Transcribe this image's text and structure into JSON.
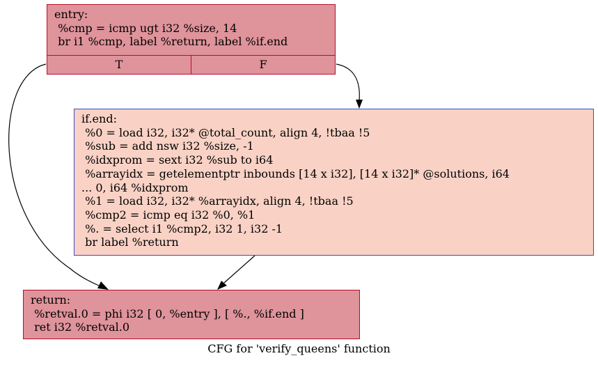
{
  "graph": {
    "caption": "CFG for 'verify_queens' function",
    "colors": {
      "hot_fill": "#df939b",
      "hot_border": "#b70d28",
      "warm_fill": "#f9d2c5",
      "warm_border": "#3b4cc0"
    },
    "nodes": {
      "entry": {
        "lines": [
          "entry:",
          " %cmp = icmp ugt i32 %size, 14",
          " br i1 %cmp, label %return, label %if.end"
        ],
        "ports": [
          "T",
          "F"
        ]
      },
      "ifend": {
        "lines": [
          "if.end:",
          " %0 = load i32, i32* @total_count, align 4, !tbaa !5",
          " %sub = add nsw i32 %size, -1",
          " %idxprom = sext i32 %sub to i64",
          " %arrayidx = getelementptr inbounds [14 x i32], [14 x i32]* @solutions, i64",
          "... 0, i64 %idxprom",
          " %1 = load i32, i32* %arrayidx, align 4, !tbaa !5",
          " %cmp2 = icmp eq i32 %0, %1",
          " %. = select i1 %cmp2, i32 1, i32 -1",
          " br label %return"
        ]
      },
      "ret": {
        "lines": [
          "return:",
          " %retval.0 = phi i32 [ 0, %entry ], [ %., %if.end ]",
          " ret i32 %retval.0"
        ]
      }
    },
    "edges": [
      {
        "from": "entry",
        "port": "T",
        "to": "return"
      },
      {
        "from": "entry",
        "port": "F",
        "to": "if.end"
      },
      {
        "from": "if.end",
        "to": "return"
      }
    ]
  }
}
